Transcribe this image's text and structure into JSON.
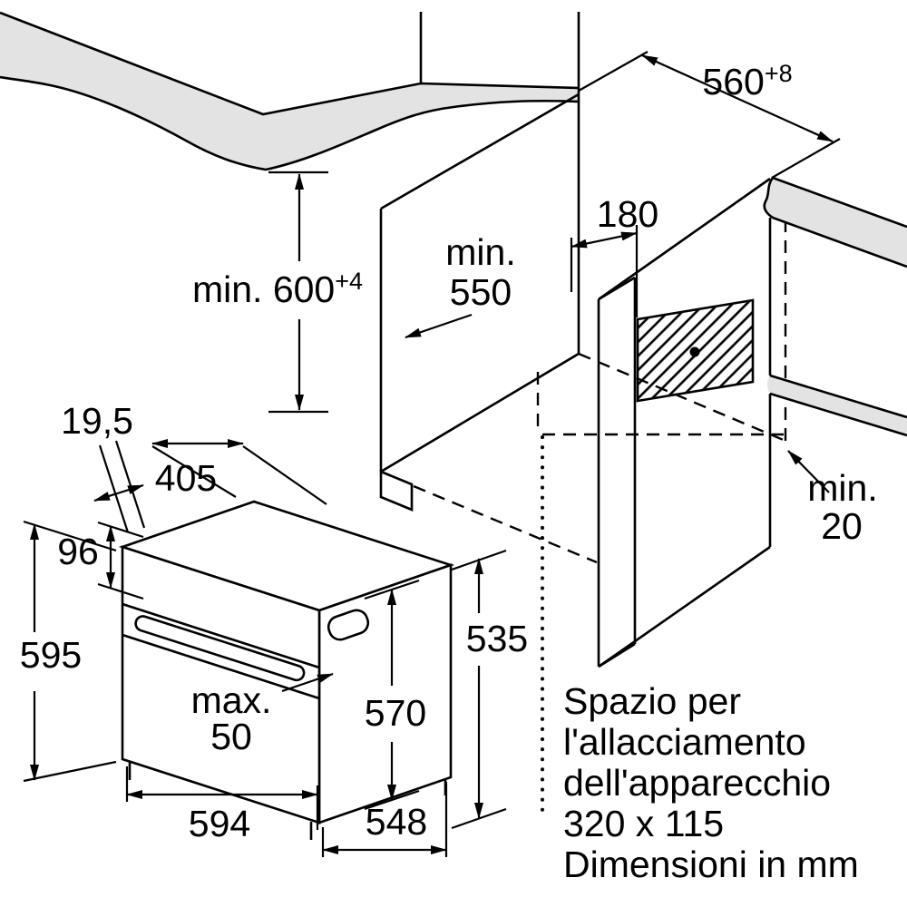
{
  "colors": {
    "line": "#000000",
    "surface_shading": "#e3e3e3",
    "background": "#ffffff"
  },
  "dimensions": {
    "niche_width": {
      "value": "560",
      "tolerance": "+8"
    },
    "niche_height": {
      "value": "min. 600",
      "tolerance": "+4"
    },
    "niche_depth": {
      "line1": "min.",
      "line2": "550"
    },
    "connection_offset": {
      "value": "180"
    },
    "rear_clearance": {
      "line1": "min.",
      "line2": "20"
    },
    "fascia_offset": {
      "value": "19,5"
    },
    "top_depth": {
      "value": "405"
    },
    "fascia_height": {
      "value": "96"
    },
    "appliance_height": {
      "value": "595"
    },
    "handle_clearance": {
      "line1": "max.",
      "line2": "50"
    },
    "door_height": {
      "value": "570"
    },
    "body_height": {
      "value": "535"
    },
    "appliance_width": {
      "value": "594"
    },
    "body_depth": {
      "value": "548"
    }
  },
  "connection_note": {
    "line1": "Spazio per",
    "line2": "l'allacciamento",
    "line3": "dell'apparecchio",
    "line4": "320 x 115"
  },
  "footer": {
    "units_label": "Dimensioni in mm"
  }
}
